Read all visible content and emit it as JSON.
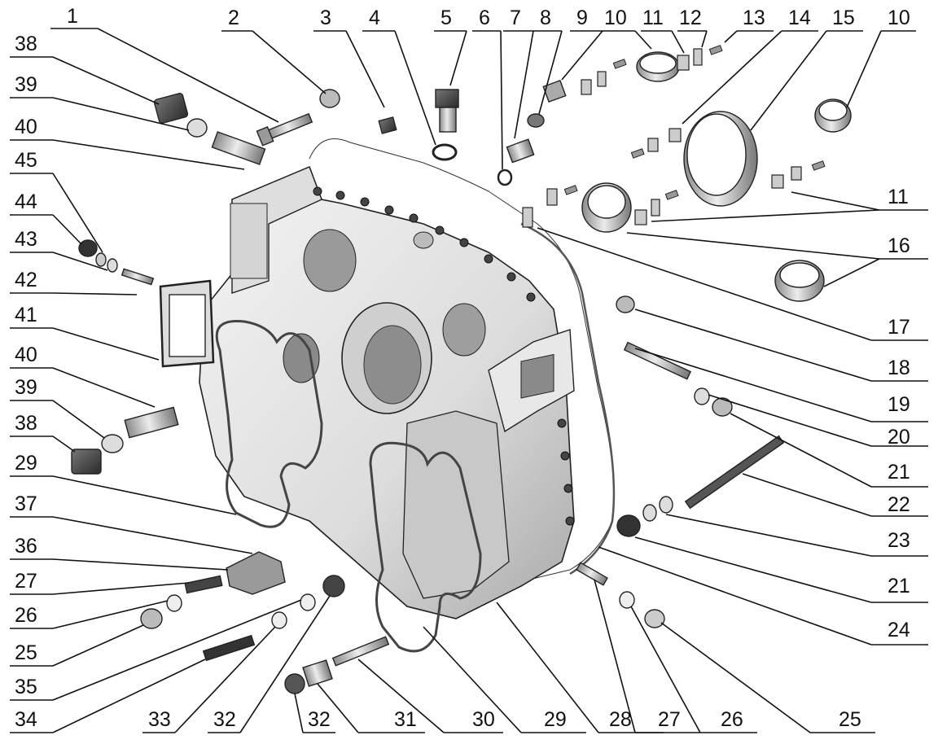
{
  "callouts": [
    {
      "id": "c1",
      "text": "1"
    },
    {
      "id": "c2",
      "text": "2"
    },
    {
      "id": "c3",
      "text": "3"
    },
    {
      "id": "c4",
      "text": "4"
    },
    {
      "id": "c5",
      "text": "5"
    },
    {
      "id": "c6",
      "text": "6"
    },
    {
      "id": "c7",
      "text": "7"
    },
    {
      "id": "c8",
      "text": "8"
    },
    {
      "id": "c9",
      "text": "9"
    },
    {
      "id": "c10a",
      "text": "10"
    },
    {
      "id": "c11a",
      "text": "11"
    },
    {
      "id": "c12",
      "text": "12"
    },
    {
      "id": "c13",
      "text": "13"
    },
    {
      "id": "c14",
      "text": "14"
    },
    {
      "id": "c15",
      "text": "15"
    },
    {
      "id": "c10b",
      "text": "10"
    },
    {
      "id": "c38a",
      "text": "38"
    },
    {
      "id": "c39a",
      "text": "39"
    },
    {
      "id": "c40a",
      "text": "40"
    },
    {
      "id": "c45",
      "text": "45"
    },
    {
      "id": "c44",
      "text": "44"
    },
    {
      "id": "c43",
      "text": "43"
    },
    {
      "id": "c42",
      "text": "42"
    },
    {
      "id": "c41",
      "text": "41"
    },
    {
      "id": "c40b",
      "text": "40"
    },
    {
      "id": "c39b",
      "text": "39"
    },
    {
      "id": "c38b",
      "text": "38"
    },
    {
      "id": "c29a",
      "text": "29"
    },
    {
      "id": "c37",
      "text": "37"
    },
    {
      "id": "c36",
      "text": "36"
    },
    {
      "id": "c27a",
      "text": "27"
    },
    {
      "id": "c26a",
      "text": "26"
    },
    {
      "id": "c25a",
      "text": "25"
    },
    {
      "id": "c35",
      "text": "35"
    },
    {
      "id": "c34",
      "text": "34"
    },
    {
      "id": "c33",
      "text": "33"
    },
    {
      "id": "c32a",
      "text": "32"
    },
    {
      "id": "c32b",
      "text": "32"
    },
    {
      "id": "c31",
      "text": "31"
    },
    {
      "id": "c30",
      "text": "30"
    },
    {
      "id": "c29b",
      "text": "29"
    },
    {
      "id": "c28",
      "text": "28"
    },
    {
      "id": "c27b",
      "text": "27"
    },
    {
      "id": "c26b",
      "text": "26"
    },
    {
      "id": "c25b",
      "text": "25"
    },
    {
      "id": "c11b",
      "text": "11"
    },
    {
      "id": "c16",
      "text": "16"
    },
    {
      "id": "c17",
      "text": "17"
    },
    {
      "id": "c18",
      "text": "18"
    },
    {
      "id": "c19",
      "text": "19"
    },
    {
      "id": "c20",
      "text": "20"
    },
    {
      "id": "c21a",
      "text": "21"
    },
    {
      "id": "c22",
      "text": "22"
    },
    {
      "id": "c23",
      "text": "23"
    },
    {
      "id": "c21b",
      "text": "21"
    },
    {
      "id": "c24",
      "text": "24"
    }
  ],
  "colors": {
    "line": "#111111",
    "metal_light": "#e6e6e6",
    "metal_mid": "#bdbdbd",
    "metal_dark": "#6e6e6e",
    "gasket": "#555555"
  }
}
